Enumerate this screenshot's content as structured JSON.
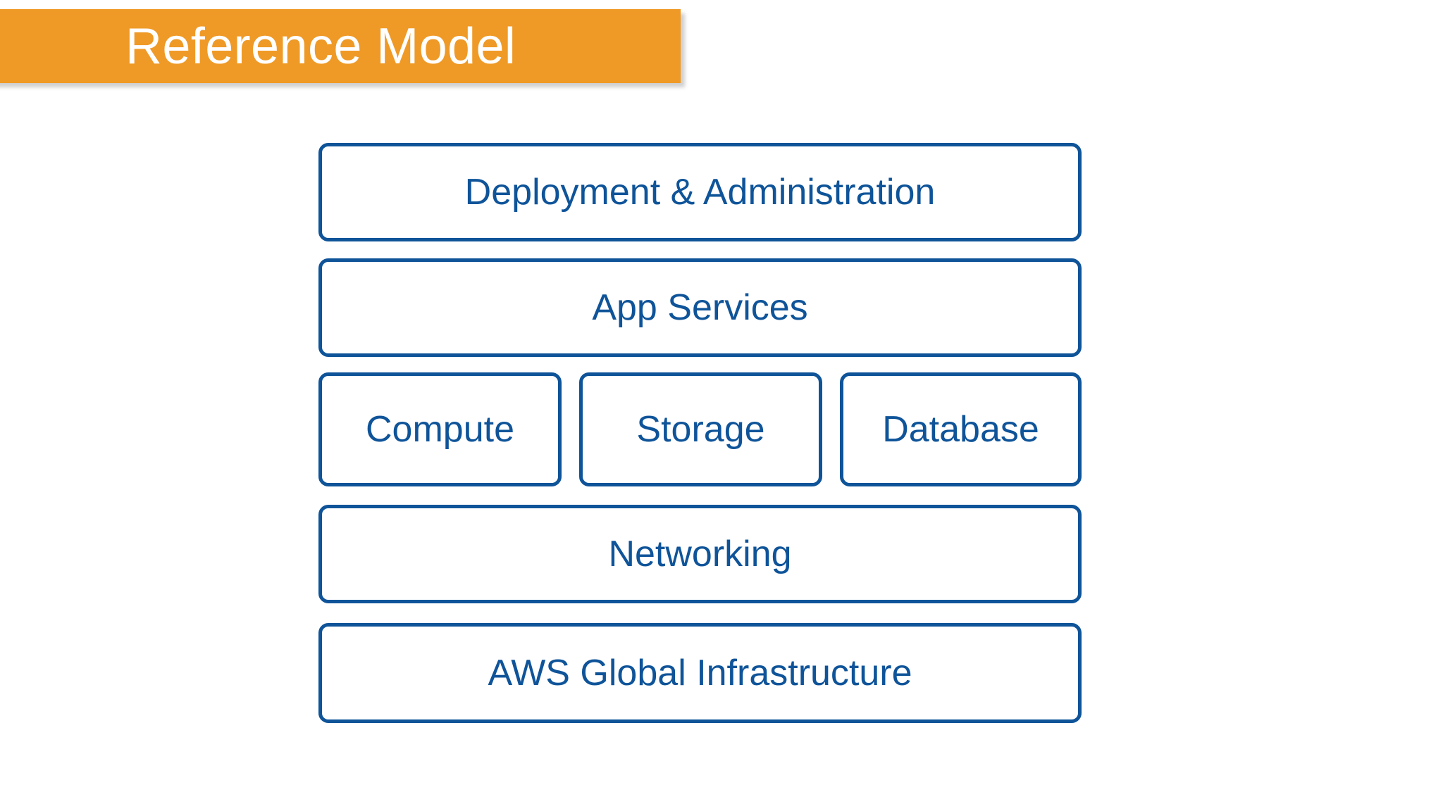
{
  "slide": {
    "title": "Reference Model",
    "background_color": "#FFFFFF"
  },
  "banner": {
    "label": "Reference Model",
    "background_color": "#EF9A26",
    "text_color": "#FFFFFF"
  },
  "diagram": {
    "type": "layered-stack",
    "accent_color": "#0F5499",
    "layers": [
      {
        "label": "Deployment & Administration",
        "row": 1,
        "span": "full"
      },
      {
        "label": "App Services",
        "row": 2,
        "span": "full"
      },
      {
        "label": "Compute",
        "row": 3,
        "span": "third"
      },
      {
        "label": "Storage",
        "row": 3,
        "span": "third"
      },
      {
        "label": "Database",
        "row": 3,
        "span": "third"
      },
      {
        "label": "Networking",
        "row": 4,
        "span": "full"
      },
      {
        "label": "AWS Global Infrastructure",
        "row": 5,
        "span": "full"
      }
    ]
  }
}
